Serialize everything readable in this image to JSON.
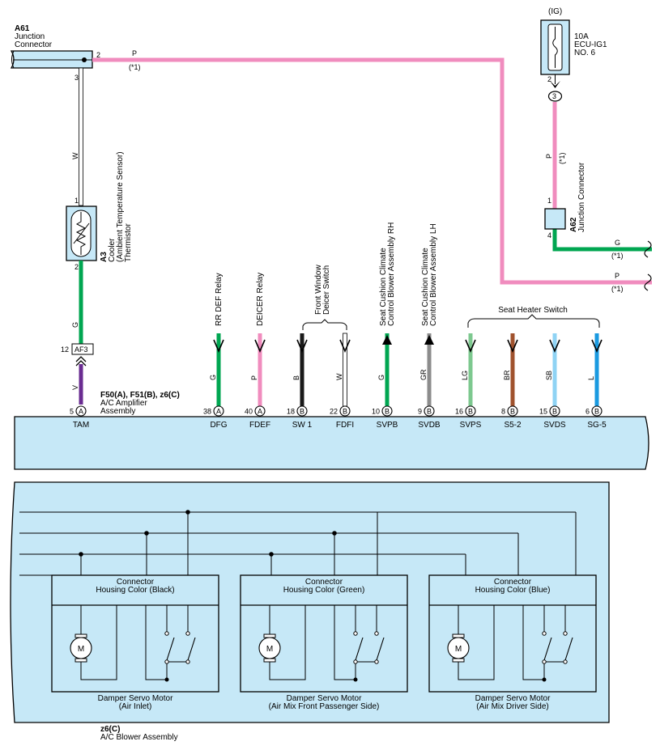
{
  "colors": {
    "box_fill": "#c6e8f7",
    "pink": "#f08cbe",
    "green": "#00a651",
    "violet": "#6a2c91",
    "black": "#1a1a1a",
    "white": "#ffffff",
    "gray": "#8c8c8c",
    "light_green": "#7dc88f",
    "brown": "#a0522d",
    "sky_blue": "#8fd3f4",
    "blue": "#1a9ae0"
  },
  "top": {
    "a61": {
      "code": "A61",
      "name1": "Junction",
      "name2": "Connector",
      "pin_right": "2",
      "pin_down": "3"
    },
    "wire_p": {
      "label": "P",
      "note": "(*1)"
    },
    "wire_w": {
      "label": "W"
    },
    "fuse": {
      "supply": "(IG)",
      "rating": "10A",
      "name1": "ECU-IG1",
      "name2": "NO. 6",
      "pin": "2",
      "conn": "3"
    },
    "wire_p2": {
      "label": "P",
      "note": "(*1)"
    },
    "a62": {
      "code": "A62",
      "name": "Junction Connector",
      "pin_top": "1",
      "pin_bot": "4"
    },
    "out_g": {
      "label": "G",
      "note": "(*1)"
    },
    "out_p": {
      "label": "P",
      "note": "(*1)"
    },
    "a3": {
      "code": "A3",
      "name1": "Cooler",
      "name2": "(Ambient Temperature Sensor)",
      "name3": "Thermistor",
      "pin_top": "1",
      "pin_bot": "2"
    },
    "wire_g": {
      "label": "G"
    },
    "af3": {
      "label": "AF3",
      "pin": "12"
    },
    "wire_v": {
      "label": "V"
    }
  },
  "amplifier": {
    "code": "F50(A), F51(B), z6(C)",
    "name1": "A/C Amplifier",
    "name2": "Assembly"
  },
  "groups": {
    "front_window": {
      "line1": "Front Window",
      "line2": "Deicer Switch"
    },
    "seat_heater": {
      "label": "Seat Heater Switch"
    }
  },
  "pins": [
    {
      "num": "5",
      "conn": "A",
      "name": "TAM",
      "wire": "V",
      "color": "violet",
      "dir": "in",
      "device1": "",
      "device2": ""
    },
    {
      "num": "38",
      "conn": "A",
      "name": "DFG",
      "wire": "G",
      "color": "green",
      "dir": "out",
      "device1": "RR DEF Relay",
      "device2": ""
    },
    {
      "num": "40",
      "conn": "A",
      "name": "FDEF",
      "wire": "P",
      "color": "pink",
      "dir": "out",
      "device1": "DEICER Relay",
      "device2": ""
    },
    {
      "num": "18",
      "conn": "B",
      "name": "SW 1",
      "wire": "B",
      "color": "black",
      "dir": "out",
      "device1": "",
      "device2": ""
    },
    {
      "num": "22",
      "conn": "B",
      "name": "FDFI",
      "wire": "W",
      "color": "white",
      "dir": "out",
      "device1": "",
      "device2": ""
    },
    {
      "num": "10",
      "conn": "B",
      "name": "SVPB",
      "wire": "G",
      "color": "green",
      "dir": "in",
      "device1": "Seat Cushion Climate",
      "device2": "Control Blower Assembly RH"
    },
    {
      "num": "9",
      "conn": "B",
      "name": "SVDB",
      "wire": "GR",
      "color": "gray",
      "dir": "in",
      "device1": "Seat Cushion Climate",
      "device2": "Control Blower Assembly LH"
    },
    {
      "num": "16",
      "conn": "B",
      "name": "SVPS",
      "wire": "LG",
      "color": "light_green",
      "dir": "out",
      "device1": "",
      "device2": ""
    },
    {
      "num": "8",
      "conn": "B",
      "name": "S5-2",
      "wire": "BR",
      "color": "brown",
      "dir": "out",
      "device1": "",
      "device2": ""
    },
    {
      "num": "15",
      "conn": "B",
      "name": "SVDS",
      "wire": "SB",
      "color": "sky_blue",
      "dir": "out",
      "device1": "",
      "device2": ""
    },
    {
      "num": "6",
      "conn": "B",
      "name": "SG-5",
      "wire": "L",
      "color": "blue",
      "dir": "out",
      "device1": "",
      "device2": ""
    }
  ],
  "blower": {
    "code": "z6(C)",
    "name": "A/C Blower Assembly",
    "motors": [
      {
        "conn1": "Connector",
        "conn2": "Housing Color (Black)",
        "title1": "Damper Servo Motor",
        "title2": "(Air Inlet)",
        "m": "M"
      },
      {
        "conn1": "Connector",
        "conn2": "Housing Color (Green)",
        "title1": "Damper Servo Motor",
        "title2": "(Air Mix Front Passenger Side)",
        "m": "M"
      },
      {
        "conn1": "Connector",
        "conn2": "Housing Color (Blue)",
        "title1": "Damper Servo Motor",
        "title2": "(Air Mix Driver Side)",
        "m": "M"
      }
    ]
  }
}
